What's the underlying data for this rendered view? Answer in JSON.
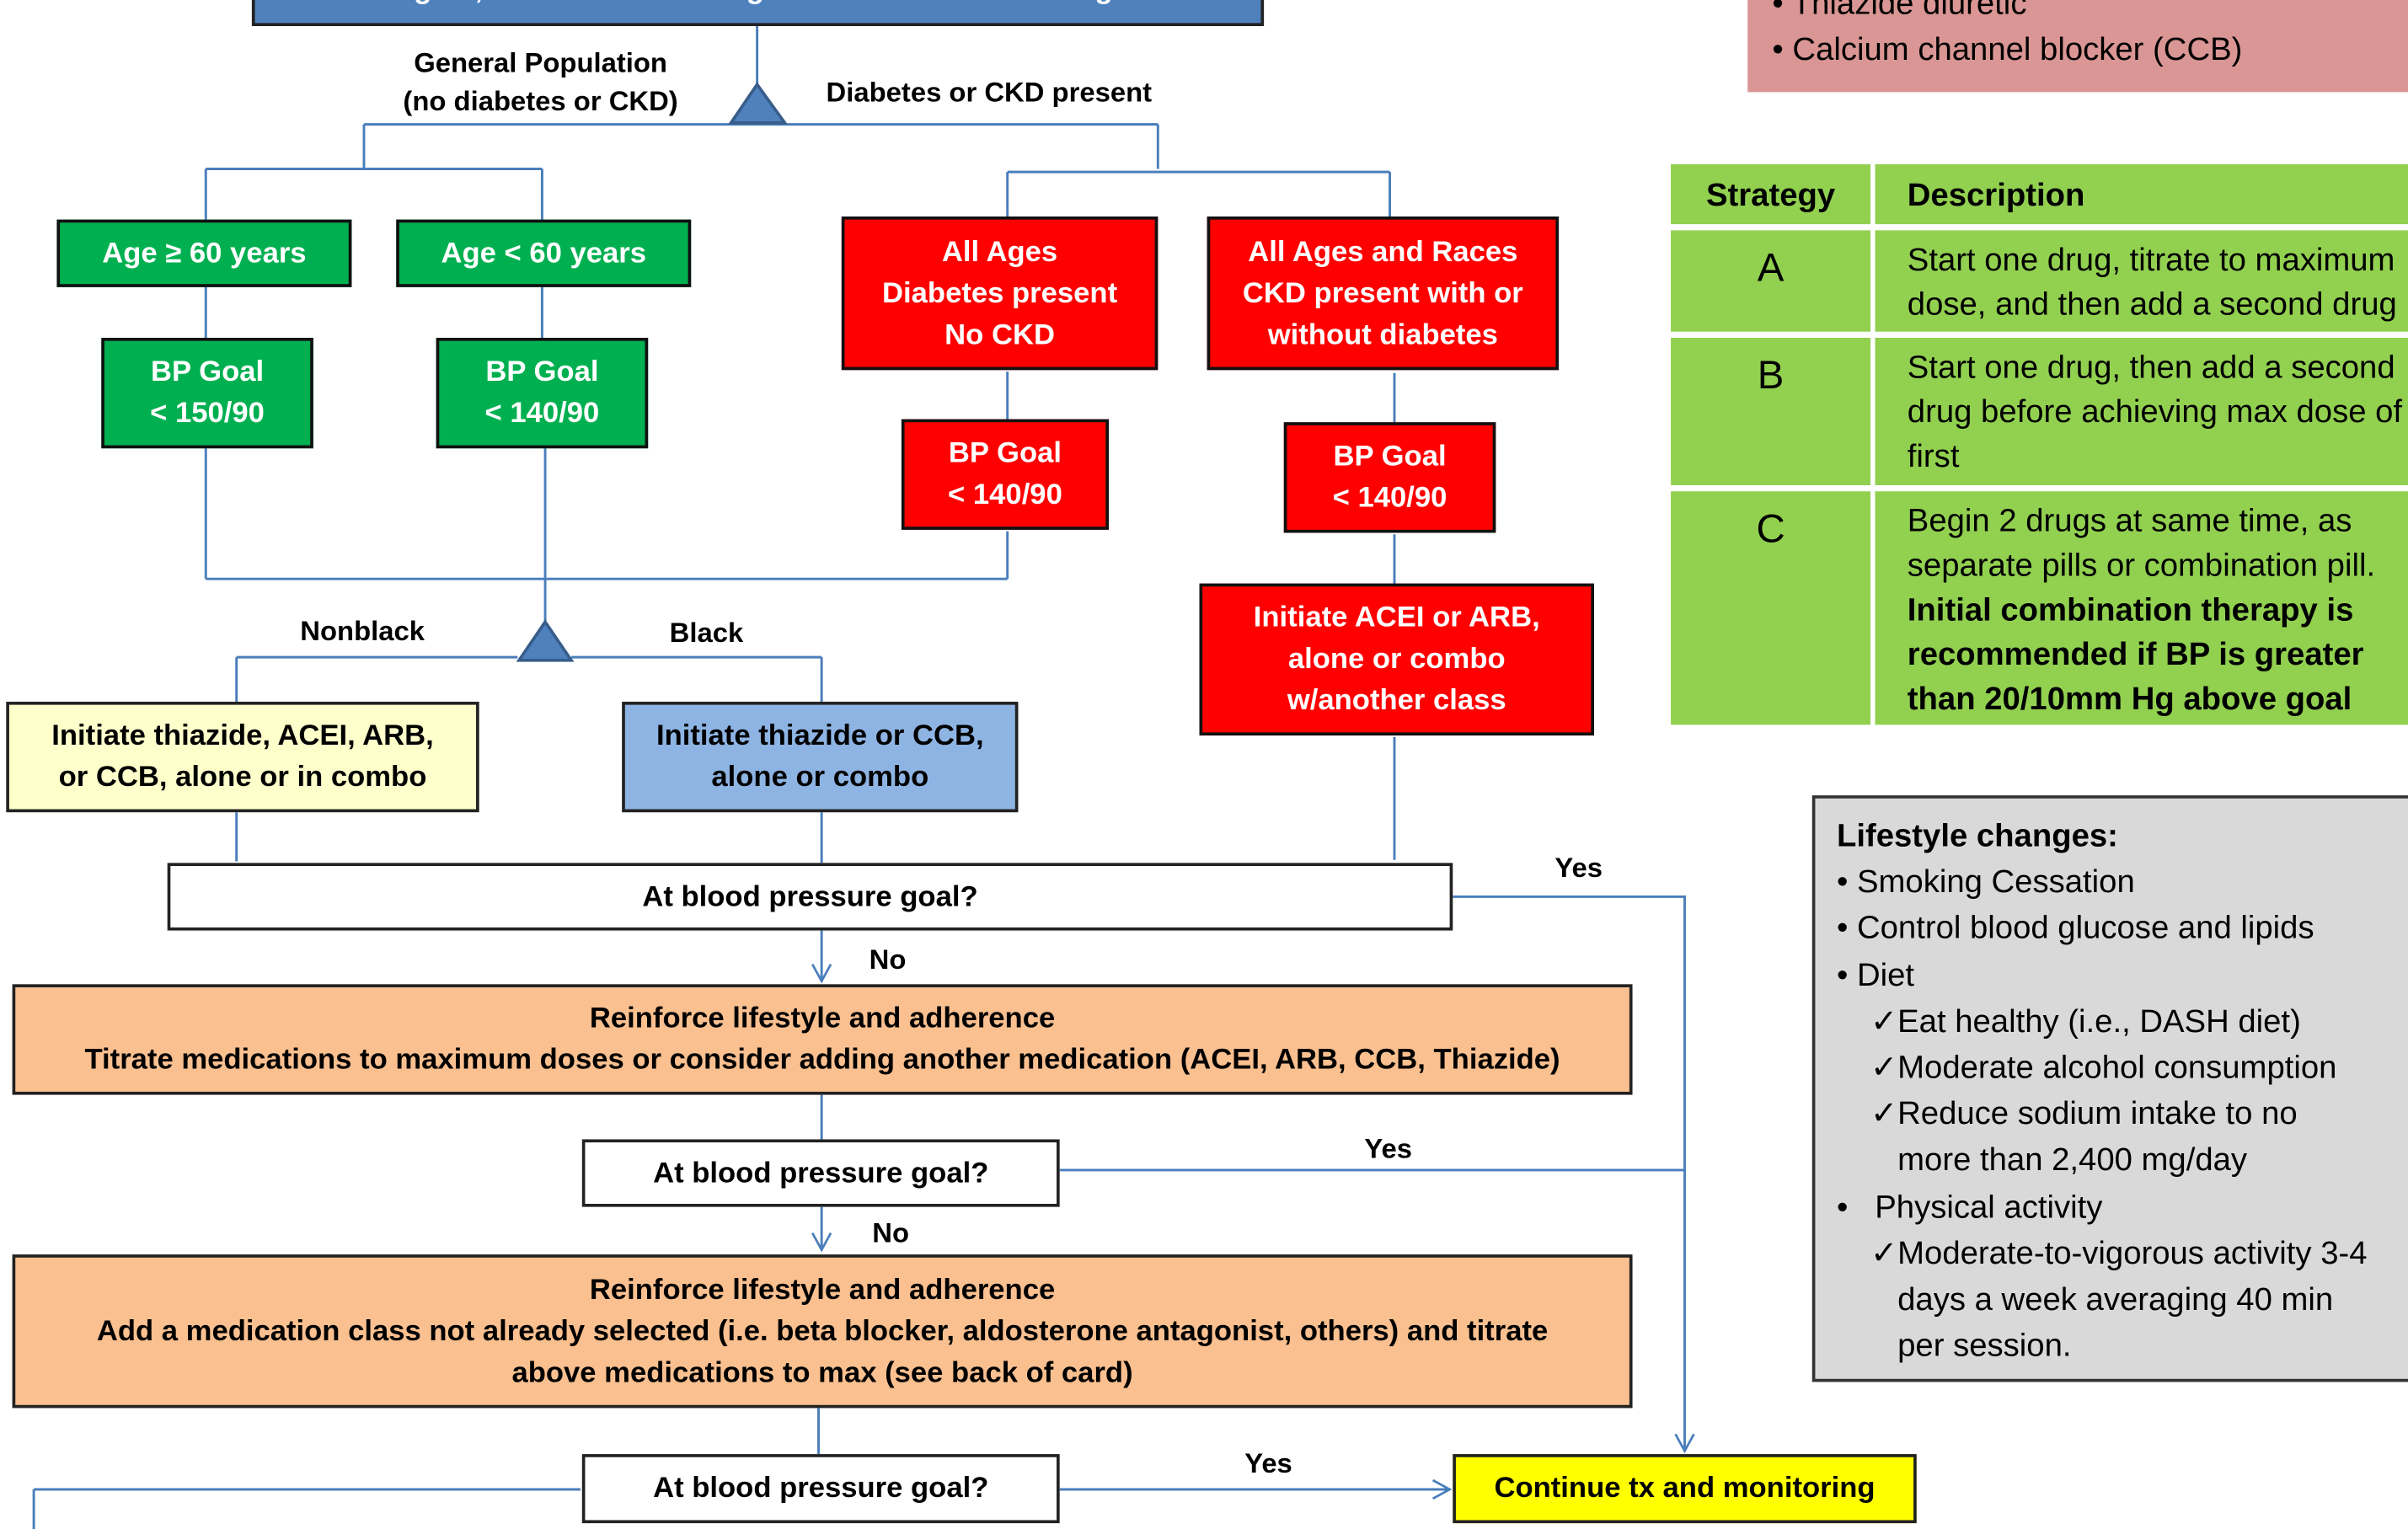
{
  "top_box": {
    "text": "Set BP goal; initiate BP-lowering medication based on algorithm"
  },
  "drug_box": {
    "items": [
      "Thiazide diuretic",
      "Calcium channel blocker (CCB)"
    ]
  },
  "branch_labels": {
    "general": "General Population",
    "general_sub": "(no diabetes or CKD)",
    "diabetes": "Diabetes or CKD present",
    "nonblack": "Nonblack",
    "black": "Black"
  },
  "nodes": {
    "age60plus": "Age  ≥ 60 years",
    "age60minus": "Age  < 60 years",
    "goal150": [
      "BP Goal",
      "< 150/90"
    ],
    "goal140a": [
      "BP Goal",
      "< 140/90"
    ],
    "diabetes": [
      "All Ages",
      "Diabetes present",
      "No CKD"
    ],
    "ckd": [
      "All Ages and Races",
      "CKD present with or",
      "without diabetes"
    ],
    "goal140b": [
      "BP Goal",
      "< 140/90"
    ],
    "goal140c": [
      "BP Goal",
      "< 140/90"
    ],
    "acei": [
      "Initiate ACEI or ARB,",
      "alone or combo",
      "w/another class"
    ],
    "nonblack_tx": [
      "Initiate thiazide, ACEI, ARB,",
      "or CCB, alone or in combo"
    ],
    "black_tx": [
      "Initiate thiazide or CCB,",
      "alone or combo"
    ],
    "check1": "At blood pressure goal?",
    "reinforce1": [
      "Reinforce lifestyle and adherence",
      "Titrate medications to maximum doses or consider adding another medication  (ACEI, ARB, CCB, Thiazide)"
    ],
    "check2": "At blood pressure goal?",
    "reinforce2": [
      "Reinforce lifestyle and adherence",
      "Add a medication class not already selected (i.e. beta blocker, aldosterone antagonist, others) and titrate",
      "above medications to max (see back of card)"
    ],
    "check3": "At blood pressure goal?",
    "continue": "Continue tx and monitoring"
  },
  "edge_labels": {
    "yes1": "Yes",
    "no1": "No",
    "yes2": "Yes",
    "no2": "No",
    "yes3": "Yes"
  },
  "strategy_table": {
    "headers": [
      "Strategy",
      "Description"
    ],
    "rows": [
      {
        "strategy": "A",
        "description": "Start one drug, titrate to maximum dose, and then add a second drug"
      },
      {
        "strategy": "B",
        "description": "Start one drug, then add a second drug before achieving max dose of first"
      },
      {
        "strategy": "C",
        "description": "Begin 2 drugs at same time, as separate pills or combination pill.",
        "emphasis": "Initial combination therapy is recommended if BP is greater than 20/10mm Hg above goal"
      }
    ]
  },
  "lifestyle": {
    "title": "Lifestyle  changes:",
    "items": [
      "Smoking Cessation",
      "Control blood glucose and lipids",
      "Diet"
    ],
    "diet": [
      "Eat healthy (i.e., DASH diet)",
      "Moderate alcohol consumption",
      "Reduce sodium intake to no more than 2,400 mg/day"
    ],
    "activity": "Physical activity",
    "activity_items": [
      "Moderate-to-vigorous activity 3-4 days a week averaging 40 min per session."
    ]
  },
  "colors": {
    "green": "#00b050",
    "red": "#ff0000",
    "yellow": "#ffffcc",
    "blue": "#8eb4e3",
    "orange": "#fac090",
    "table": "#92d050",
    "grey": "#d9d9d9",
    "pink": "#d99694",
    "top": "#4f81bd",
    "line": "#4a7ebb",
    "continue": "#ffff00"
  }
}
